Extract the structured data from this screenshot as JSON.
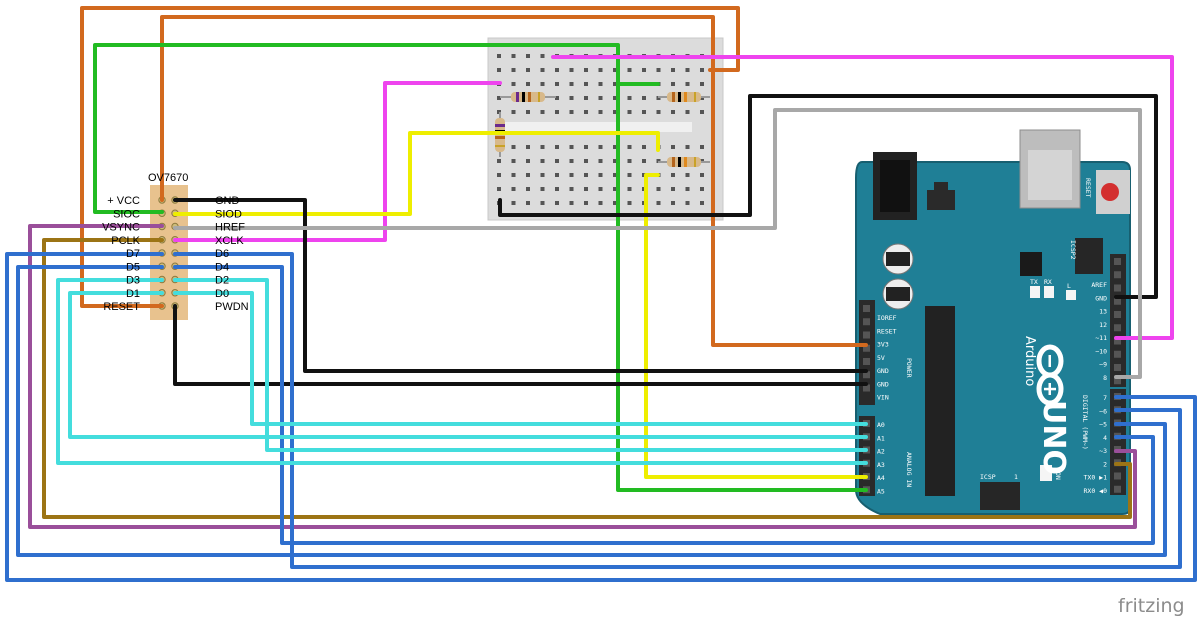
{
  "camera": {
    "title": "OV7670",
    "left_pins": [
      "+ VCC",
      "SIOC",
      "VSYNC",
      "PCLK",
      "D7",
      "D5",
      "D3",
      "D1",
      "RESET"
    ],
    "right_pins": [
      "GND",
      "SIOD",
      "HREF",
      "XCLK",
      "D6",
      "D4",
      "D2",
      "D0",
      "PWDN"
    ]
  },
  "arduino": {
    "model": "UNO",
    "brand": "Arduino",
    "reset_label": "RESET",
    "icsp_label": "ICSP",
    "icsp2_label": "ICSP2",
    "power_label": "POWER",
    "analog_label": "ANALOG IN",
    "digital_label": "DIGITAL (PWM~)",
    "on_label": "ON",
    "tx_label": "TX",
    "rx_label": "RX",
    "l_label": "L",
    "icsp_one": "1",
    "power_pins": [
      "IOREF",
      "RESET",
      "3V3",
      "5V",
      "GND",
      "GND",
      "VIN"
    ],
    "analog_pins": [
      "A0",
      "A1",
      "A2",
      "A3",
      "A4",
      "A5"
    ],
    "digital_top": [
      "AREF",
      "GND",
      "13",
      "12",
      "~11",
      "~10",
      "~9",
      "8"
    ],
    "digital_bottom": [
      "7",
      "~6",
      "~5",
      "4",
      "~3",
      "2",
      "TX0 ▶1",
      "RX0 ◀0"
    ]
  },
  "watermark": "fritzing",
  "colors": {
    "orange": "#d2691e",
    "green": "#22bb22",
    "magenta": "#ee44ee",
    "yellow": "#eeee00",
    "black": "#111111",
    "gray": "#a8a8a8",
    "blue": "#2f6fce",
    "purple": "#9a4f9a",
    "brown": "#9c7415",
    "cyan": "#44dddd",
    "board": "#1f7f96",
    "breadboard": "#dadada"
  }
}
